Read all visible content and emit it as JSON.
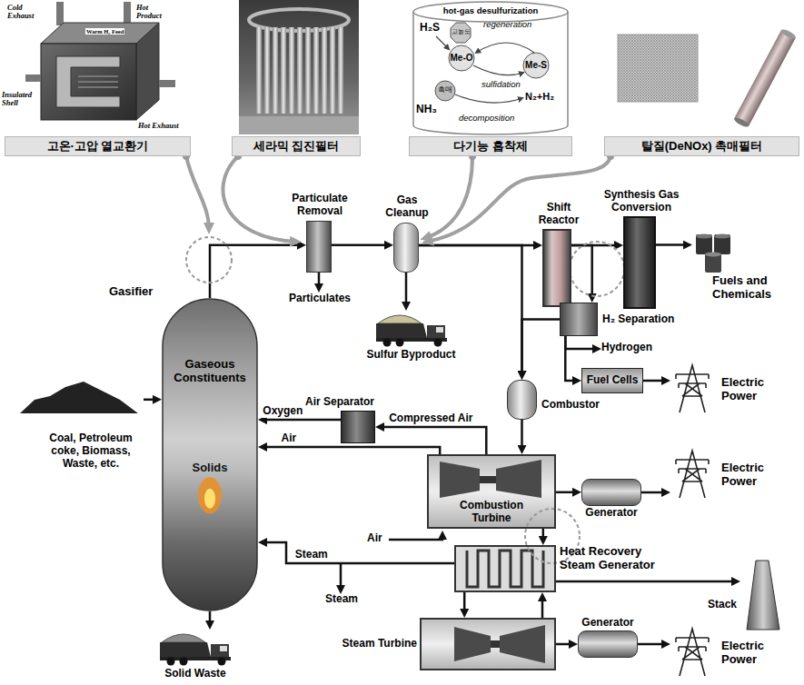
{
  "diagram": {
    "nodes": [
      {
        "text": [
          "Gasifier",
          "Gaseous Constituents",
          "Solids"
        ]
      },
      {
        "text": [
          "Coal, Petroleum coke, Biomass, Waste, etc."
        ]
      },
      {
        "text": [
          "Particulate Removal"
        ]
      },
      {
        "text": [
          "Particulates"
        ]
      },
      {
        "text": [
          "Gas Cleanup"
        ]
      },
      {
        "text": [
          "Sulfur Byproduct"
        ]
      },
      {
        "text": [
          "Shift Reactor"
        ]
      },
      {
        "text": [
          "Synthesis Gas Conversion"
        ]
      },
      {
        "text": [
          "Fuels and Chemicals"
        ]
      },
      {
        "text": [
          "H₂ Separation"
        ]
      },
      {
        "text": [
          "Hydrogen"
        ]
      },
      {
        "text": [
          "Fuel Cells"
        ]
      },
      {
        "text": [
          "Electric Power"
        ]
      },
      {
        "text": [
          "Combustor"
        ]
      },
      {
        "text": [
          "Air Separator"
        ]
      },
      {
        "text": [
          "Combustion Turbine"
        ]
      },
      {
        "text": [
          "Generator"
        ]
      },
      {
        "text": [
          "Electric Power"
        ]
      },
      {
        "text": [
          "Heat Recovery Steam Generator"
        ]
      },
      {
        "text": [
          "Stack"
        ]
      },
      {
        "text": [
          "Steam Turbine"
        ]
      },
      {
        "text": [
          "Generator"
        ]
      },
      {
        "text": [
          "Electric Power"
        ]
      },
      {
        "text": [
          "Solid Waste"
        ]
      }
    ],
    "edges": [
      {
        "from": 1,
        "to": 0,
        "arrow": "to"
      },
      {
        "from": 0,
        "to": 2,
        "arrow": "to"
      },
      {
        "from": 2,
        "to": 3,
        "arrow": "to"
      },
      {
        "from": 2,
        "to": 4,
        "arrow": "to"
      },
      {
        "from": 4,
        "to": 5,
        "arrow": "to"
      },
      {
        "from": 4,
        "to": 6,
        "arrow": "to"
      },
      {
        "from": 6,
        "to": 7,
        "arrow": "to"
      },
      {
        "from": 7,
        "to": 8,
        "arrow": "to"
      },
      {
        "from": 4,
        "to": 13,
        "arrow": "to"
      },
      {
        "from": 6,
        "to": 9,
        "arrow": "to"
      },
      {
        "from": 9,
        "to": 13,
        "arrow": "to"
      },
      {
        "from": 9,
        "to": 10,
        "arrow": "to"
      },
      {
        "from": 9,
        "to": 11,
        "arrow": "to"
      },
      {
        "from": 11,
        "to": 12,
        "arrow": "to"
      },
      {
        "from": 13,
        "to": 15,
        "arrow": "to"
      },
      {
        "from": 15,
        "to": 16,
        "arrow": "to"
      },
      {
        "from": 16,
        "to": 17,
        "arrow": "to"
      },
      {
        "from": 15,
        "to": 14,
        "label": "Compressed Air",
        "arrow": "to"
      },
      {
        "from": 14,
        "to": 0,
        "label": "Oxygen",
        "arrow": "to"
      },
      {
        "from": 15,
        "to": 0,
        "label": "Air",
        "arrow": "to"
      },
      {
        "from": 15,
        "to": 18,
        "arrow": "to"
      },
      {
        "from": 18,
        "to": 19,
        "arrow": "to"
      },
      {
        "from": 18,
        "to": 20,
        "arrow": "to"
      },
      {
        "from": 20,
        "to": 18,
        "arrow": "to"
      },
      {
        "from": 18,
        "to": 0,
        "label": "Steam",
        "arrow": "to"
      },
      {
        "from": 20,
        "to": 21,
        "arrow": "to"
      },
      {
        "from": 21,
        "to": 22,
        "arrow": "to"
      },
      {
        "from": 0,
        "to": 23,
        "arrow": "to"
      }
    ],
    "labels": [
      "고온·고압 열교환기",
      "세라믹 집진필터",
      "다기능 흡착제",
      "탈질(DeNOx) 촉매필터",
      "Cold Exhaust",
      "Hot Product",
      "Warm H₂ Feed",
      "Insulated Shell",
      "Hot Exhaust",
      "hot-gas desulfurization",
      "H₂S",
      "고농도",
      "regeneration",
      "Me-O",
      "Me-S",
      "sulfidation",
      "촉매",
      "NH₃",
      "N₂+H₂",
      "decomposition",
      "Steam",
      "Air"
    ]
  }
}
